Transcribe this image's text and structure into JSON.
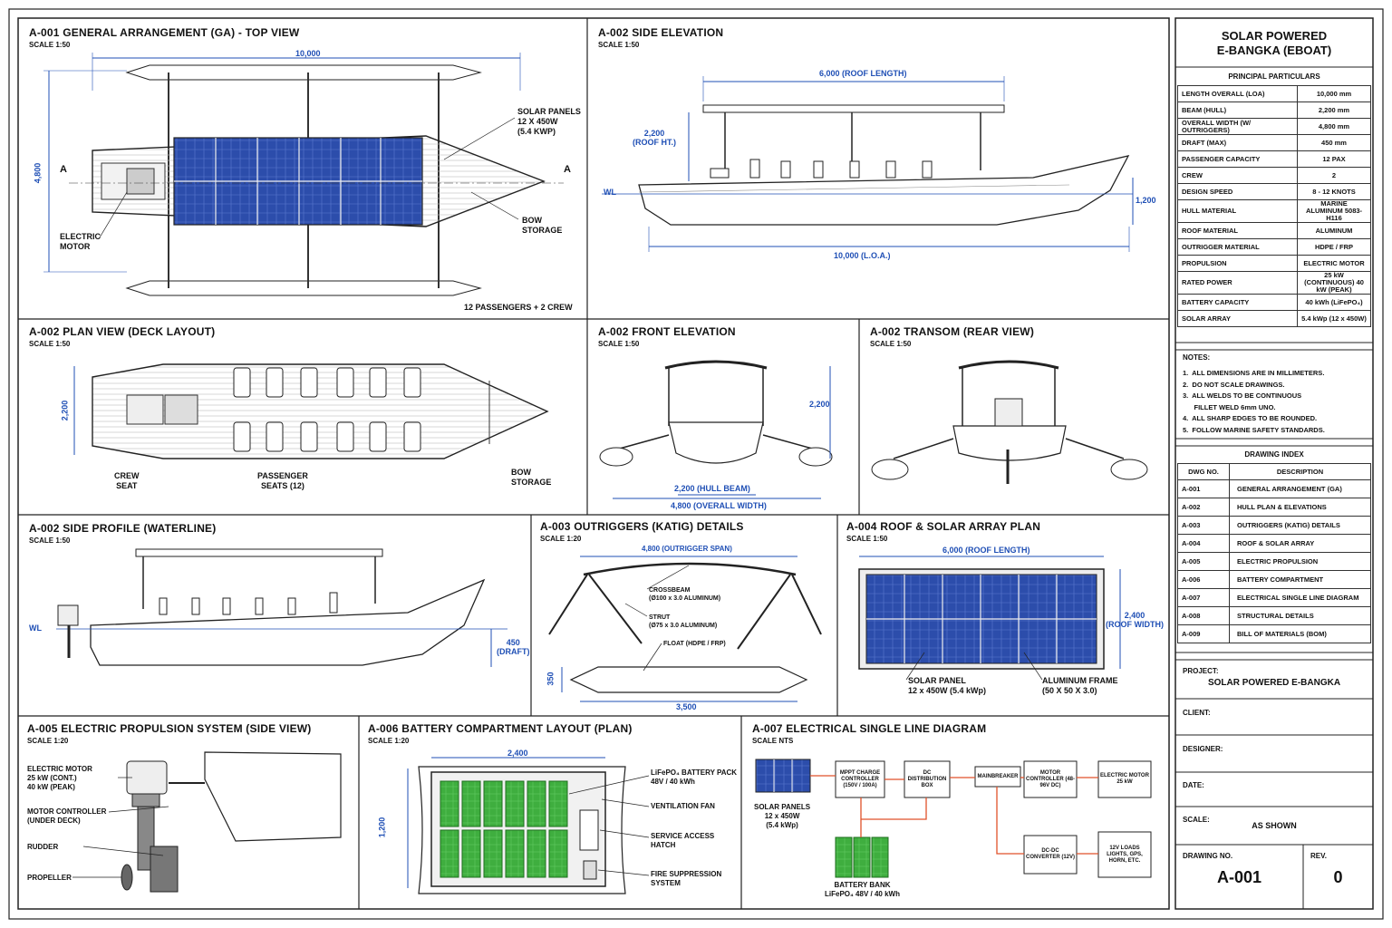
{
  "title_block": {
    "title_line1": "SOLAR POWERED",
    "title_line2": "E-BANGKA (EBOAT)",
    "particulars_header": "PRINCIPAL PARTICULARS",
    "particulars": [
      {
        "label": "LENGTH OVERALL (LOA)",
        "value": "10,000 mm"
      },
      {
        "label": "BEAM (HULL)",
        "value": "2,200 mm"
      },
      {
        "label": "OVERALL WIDTH (W/ OUTRIGGERS)",
        "value": "4,800 mm"
      },
      {
        "label": "DRAFT (MAX)",
        "value": "450 mm"
      },
      {
        "label": "PASSENGER CAPACITY",
        "value": "12 PAX"
      },
      {
        "label": "CREW",
        "value": "2"
      },
      {
        "label": "DESIGN SPEED",
        "value": "8 - 12 KNOTS"
      },
      {
        "label": "HULL MATERIAL",
        "value": "MARINE ALUMINUM 5083-H116"
      },
      {
        "label": "ROOF MATERIAL",
        "value": "ALUMINUM"
      },
      {
        "label": "OUTRIGGER MATERIAL",
        "value": "HDPE / FRP"
      },
      {
        "label": "PROPULSION",
        "value": "ELECTRIC MOTOR"
      },
      {
        "label": "RATED POWER",
        "value": "25 kW (CONTINUOUS) 40 kW (PEAK)"
      },
      {
        "label": "BATTERY CAPACITY",
        "value": "40 kWh (LiFePO₄)"
      },
      {
        "label": "SOLAR ARRAY",
        "value": "5.4 kWp (12 x 450W)"
      }
    ],
    "notes_header": "NOTES:",
    "notes": [
      "1.  ALL DIMENSIONS ARE IN MILLIMETERS.",
      "2.  DO NOT SCALE DRAWINGS.",
      "3.  ALL WELDS TO BE CONTINUOUS",
      "      FILLET WELD 6mm UNO.",
      "4.  ALL SHARP EDGES TO BE ROUNDED.",
      "5.  FOLLOW MARINE SAFETY STANDARDS."
    ],
    "index_header": "DRAWING INDEX",
    "index_col1": "DWG NO.",
    "index_col2": "DESCRIPTION",
    "index": [
      {
        "no": "A-001",
        "desc": "GENERAL ARRANGEMENT (GA)"
      },
      {
        "no": "A-002",
        "desc": "HULL PLAN & ELEVATIONS"
      },
      {
        "no": "A-003",
        "desc": "OUTRIGGERS (KATIG) DETAILS"
      },
      {
        "no": "A-004",
        "desc": "ROOF & SOLAR ARRAY"
      },
      {
        "no": "A-005",
        "desc": "ELECTRIC PROPULSION"
      },
      {
        "no": "A-006",
        "desc": "BATTERY COMPARTMENT"
      },
      {
        "no": "A-007",
        "desc": "ELECTRICAL SINGLE LINE DIAGRAM"
      },
      {
        "no": "A-008",
        "desc": "STRUCTURAL DETAILS"
      },
      {
        "no": "A-009",
        "desc": "BILL OF MATERIALS (BOM)"
      }
    ],
    "project_label": "PROJECT:",
    "project_value": "SOLAR POWERED E-BANGKA",
    "client_label": "CLIENT:",
    "designer_label": "DESIGNER:",
    "date_label": "DATE:",
    "scale_label": "SCALE:",
    "scale_value": "AS SHOWN",
    "drawing_no_label": "DRAWING NO.",
    "drawing_no_value": "A-001",
    "rev_label": "REV.",
    "rev_value": "0"
  },
  "panels": {
    "ga": {
      "title": "A-001   GENERAL ARRANGEMENT (GA) - TOP VIEW",
      "scale": "SCALE 1:50",
      "dim_length": "10,000",
      "dim_width": "4,800",
      "solar_label1": "SOLAR PANELS",
      "solar_label2": "12 x 450W",
      "solar_label3": "(5.4 kWp)",
      "motor_label1": "ELECTRIC",
      "motor_label2": "MOTOR",
      "bow_label1": "BOW",
      "bow_label2": "STORAGE",
      "section_a": "A",
      "capacity": "12 PASSENGERS + 2 CREW"
    },
    "side": {
      "title": "A-002   SIDE ELEVATION",
      "scale": "SCALE 1:50",
      "dim_roof": "6,000 (ROOF LENGTH)",
      "dim_height1": "2,200",
      "dim_height2": "(ROOF HT.)",
      "dim_depth": "1,200",
      "dim_loa": "10,000 (L.O.A.)",
      "wl": "WL"
    },
    "plan": {
      "title": "A-002   PLAN VIEW (DECK LAYOUT)",
      "scale": "SCALE 1:50",
      "dim_beam": "2,200",
      "crew1": "CREW",
      "crew2": "SEAT",
      "pax1": "PASSENGER",
      "pax2": "SEATS (12)",
      "bow1": "BOW",
      "bow2": "STORAGE"
    },
    "front": {
      "title": "A-002   FRONT ELEVATION",
      "scale": "SCALE 1:50",
      "dim_h": "2,200",
      "dim_beam": "2,200 (HULL BEAM)",
      "dim_width": "4,800 (OVERALL WIDTH)"
    },
    "transom": {
      "title": "A-002   TRANSOM (REAR VIEW)",
      "scale": "SCALE 1:50"
    },
    "profile": {
      "title": "A-002   SIDE PROFILE (WATERLINE)",
      "scale": "SCALE 1:50",
      "wl": "WL",
      "draft1": "450",
      "draft2": "(DRAFT)"
    },
    "outrigger": {
      "title": "A-003   OUTRIGGERS (KATIG) DETAILS",
      "scale": "SCALE 1:20",
      "dim_span": "4,800 (OUTRIGGER SPAN)",
      "cross1": "CROSSBEAM",
      "cross2": "(Ø100 x 3.0 ALUMINUM)",
      "strut1": "STRUT",
      "strut2": "(Ø75 x 3.0 ALUMINUM)",
      "float": "FLOAT (HDPE / FRP)",
      "dim_h": "350",
      "dim_len": "3,500"
    },
    "roof": {
      "title": "A-004   ROOF & SOLAR ARRAY PLAN",
      "scale": "SCALE 1:50",
      "dim_len": "6,000 (ROOF LENGTH)",
      "dim_w1": "2,400",
      "dim_w2": "(ROOF WIDTH)",
      "panel1": "SOLAR PANEL",
      "panel2": "12 x 450W (5.4 kWp)",
      "frame1": "ALUMINUM FRAME",
      "frame2": "(50 x 50 x 3.0)"
    },
    "propulsion": {
      "title": "A-005   ELECTRIC PROPULSION SYSTEM (SIDE VIEW)",
      "scale": "SCALE 1:20",
      "motor1": "ELECTRIC MOTOR",
      "motor2": "25 kW (CONT.)",
      "motor3": "40 kW (PEAK)",
      "ctrl1": "MOTOR CONTROLLER",
      "ctrl2": "(UNDER DECK)",
      "rudder": "RUDDER",
      "prop": "PROPELLER"
    },
    "battery": {
      "title": "A-006   BATTERY COMPARTMENT LAYOUT (PLAN)",
      "scale": "SCALE 1:20",
      "dim_w": "2,400",
      "dim_h": "1,200",
      "pack1": "LiFePO₄ BATTERY PACK",
      "pack2": "48V / 40 kWh",
      "fan": "VENTILATION FAN",
      "hatch1": "SERVICE ACCESS",
      "hatch2": "HATCH",
      "fire1": "FIRE SUPPRESSION",
      "fire2": "SYSTEM"
    },
    "sld": {
      "title": "A-007   ELECTRICAL SINGLE LINE DIAGRAM",
      "scale": "SCALE NTS",
      "solar1": "SOLAR PANELS",
      "solar2": "12 x 450W",
      "solar3": "(5.4 kWp)",
      "mppt": "MPPT CHARGE CONTROLLER (150V / 100A)",
      "dc": "DC DISTRIBUTION BOX",
      "main1": "MAIN",
      "main2": "BREAKER",
      "mc": "MOTOR CONTROLLER (48-96V DC)",
      "em": "ELECTRIC MOTOR 25 kW",
      "dcdc": "DC-DC CONVERTER (12V)",
      "loads": "12V LOADS LIGHTS, GPS, HORN, ETC.",
      "bank1": "BATTERY BANK",
      "bank2": "LiFePO₄ 48V / 40 kWh"
    }
  },
  "colors": {
    "dimension": "#1f4fb5",
    "solar": "#2a4aa8",
    "battery": "#3fae3f",
    "line": "#222222",
    "sld_wire": "#e0522a"
  }
}
